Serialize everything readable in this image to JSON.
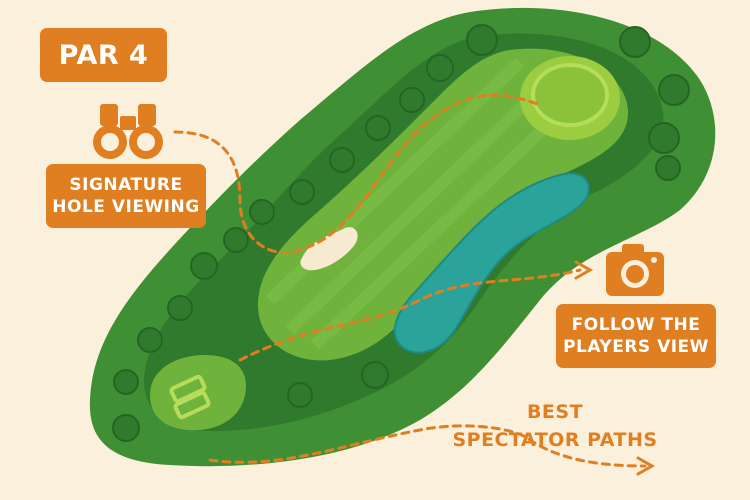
{
  "hole": {
    "par_label": "PAR 4"
  },
  "callouts": {
    "signature": {
      "line1": "SIGNATURE",
      "line2": "HOLE VIEWING",
      "icon": "binoculars-icon"
    },
    "follow": {
      "line1": "FOLLOW THE",
      "line2": "PLAYERS VIEW",
      "icon": "camera-icon"
    },
    "spectator": {
      "line1": "BEST",
      "line2": "SPECTATOR PATHS"
    }
  },
  "colors": {
    "background": "#faf0dc",
    "accent": "#e07f22",
    "rough": "#3f8f34",
    "fairway": "#6fb33c",
    "green": "#9ccc3f",
    "water": "#2aa39a",
    "bunker": "#f7ead0",
    "trees": "#2f7a2c"
  }
}
